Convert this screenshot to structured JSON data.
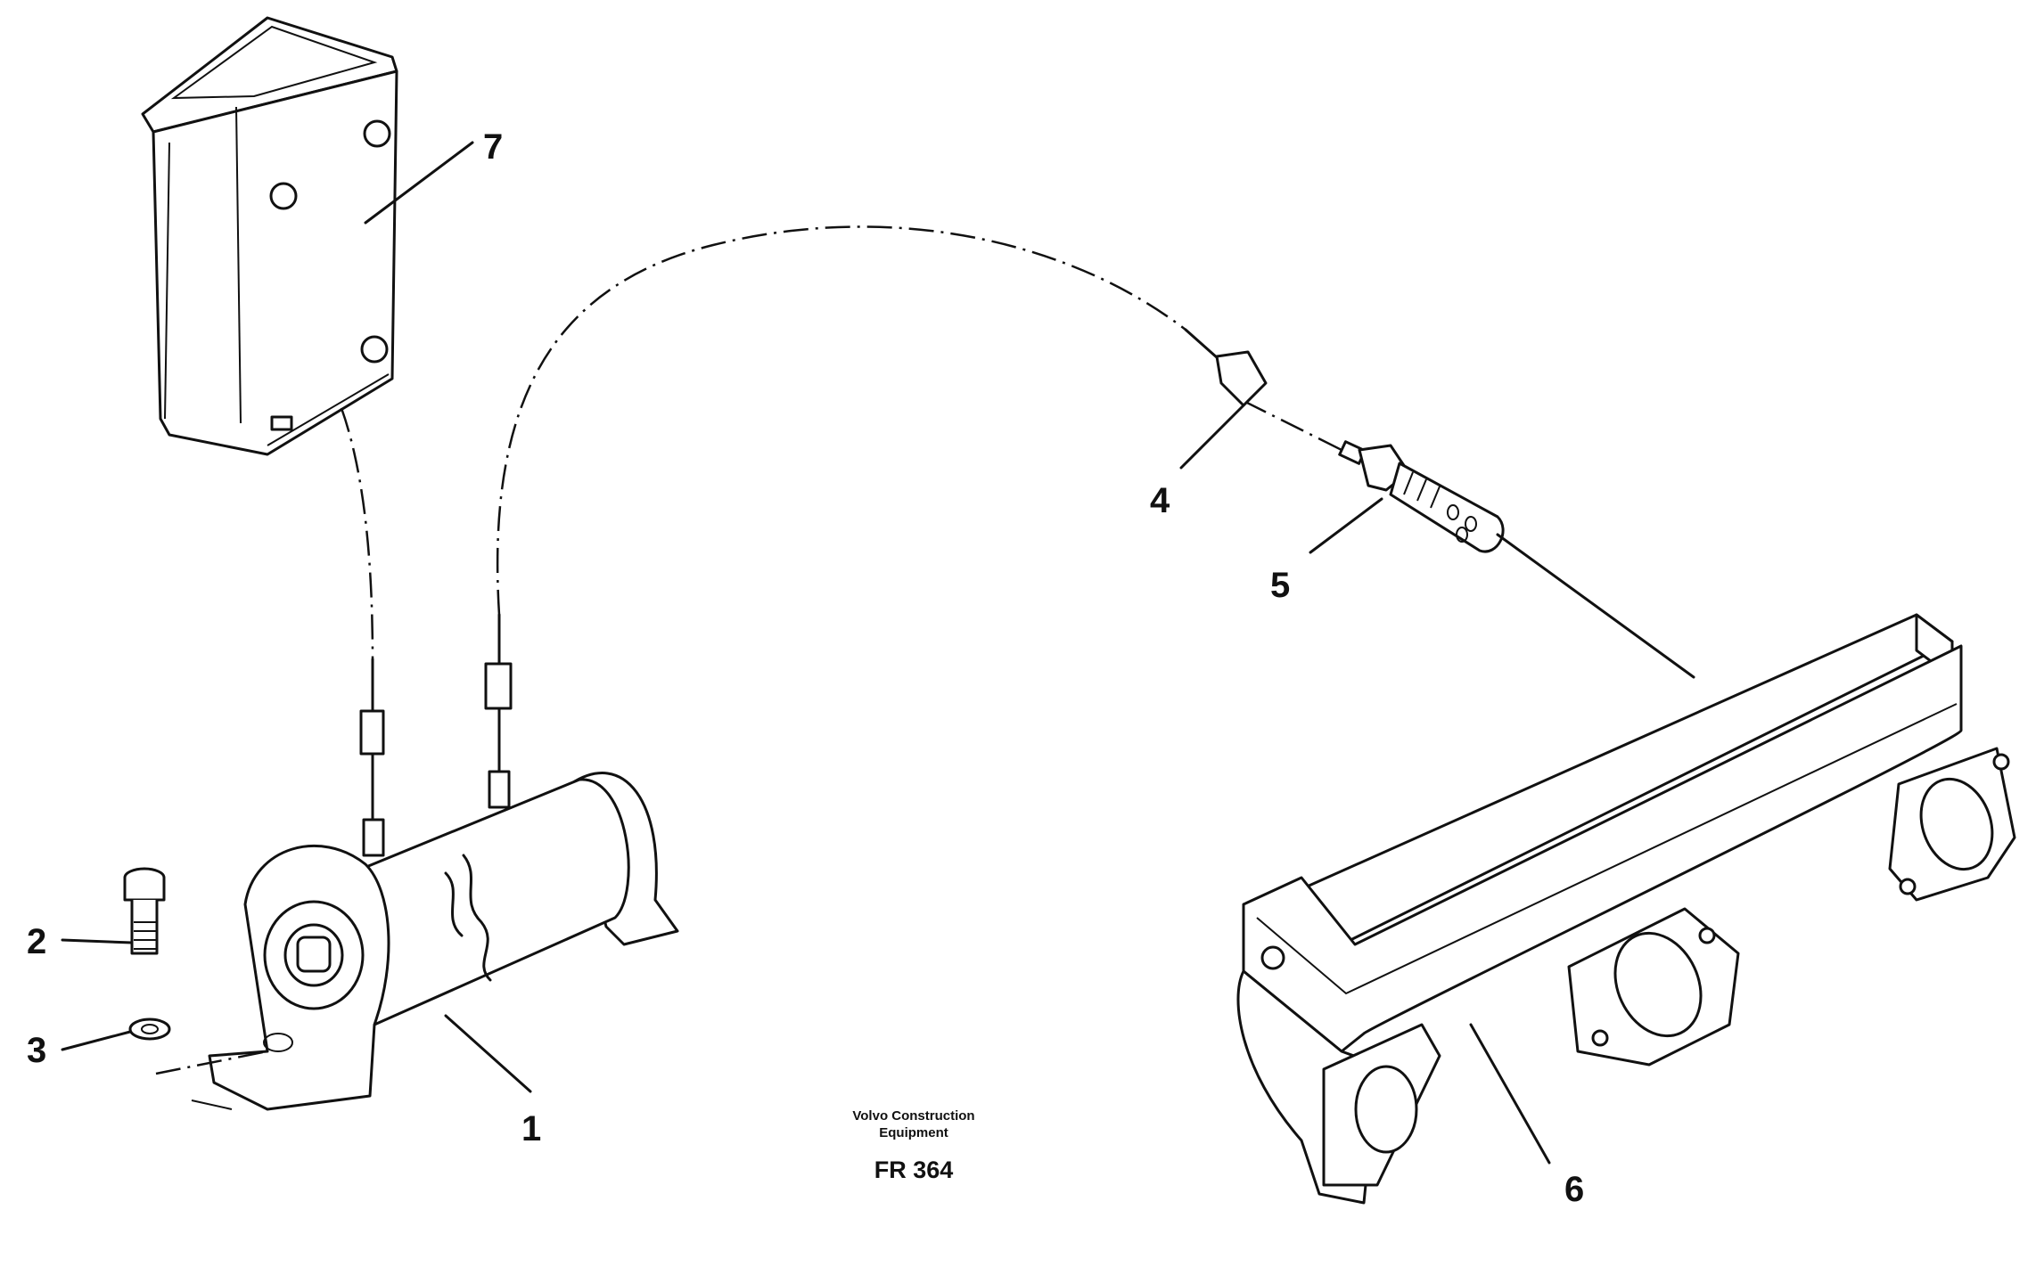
{
  "callouts": [
    {
      "id": "1",
      "label": "1"
    },
    {
      "id": "2",
      "label": "2"
    },
    {
      "id": "3",
      "label": "3"
    },
    {
      "id": "4",
      "label": "4"
    },
    {
      "id": "5",
      "label": "5"
    },
    {
      "id": "6",
      "label": "6"
    },
    {
      "id": "7",
      "label": "7"
    }
  ],
  "caption": {
    "line1": "Volvo Construction",
    "line2": "Equipment",
    "code": "FR 364"
  }
}
